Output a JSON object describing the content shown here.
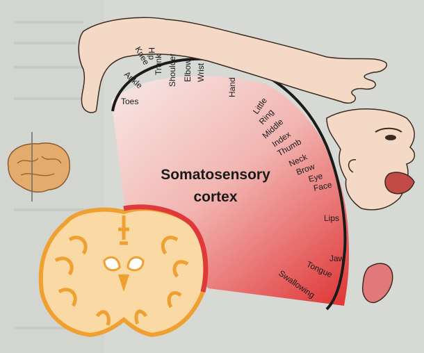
{
  "diagram": {
    "title_line1": "Somatosensory",
    "title_line2": "cortex",
    "labels": {
      "toes": "Toes",
      "ankle": "Ankle",
      "knee": "Knee",
      "hip": "Hip",
      "trunk": "Trunk",
      "shoulder": "Shoulder",
      "elbow": "Elbow",
      "wrist": "Wrist",
      "hand": "Hand",
      "little": "Little",
      "ring": "Ring",
      "middle": "Middle",
      "index": "Index",
      "thumb": "Thumb",
      "neck": "Neck",
      "brow": "Brow",
      "eye": "Eye",
      "face": "Face",
      "lips": "Lips",
      "jaw": "Jaw",
      "tongue": "Tongue",
      "swallowing": "Swallowing"
    },
    "colors": {
      "cortex_red": "#e0393a",
      "brain_orange": "#f0a030",
      "brain_fill": "#fbd9a4",
      "body_skin": "#f3d9c6",
      "outline": "#3a2a20"
    }
  }
}
